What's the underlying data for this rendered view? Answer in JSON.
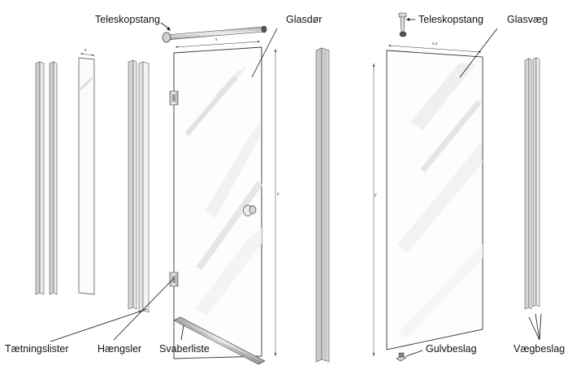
{
  "labels": {
    "telescope_left": "Teleskopstang",
    "glass_door": "Glasdør",
    "telescope_right": "Teleskopstang",
    "glass_wall": "Glasvæg",
    "seal_strips": "Tætningslister",
    "hinges": "Hængsler",
    "squeegee": "Svaberliste",
    "floor_bracket": "Gulvbeslag",
    "wall_bracket": "Vægbeslag"
  },
  "dimensions": {
    "z": "z",
    "x": "x",
    "y_door": "y",
    "x_wall": "x,x",
    "y_wall": "y"
  }
}
